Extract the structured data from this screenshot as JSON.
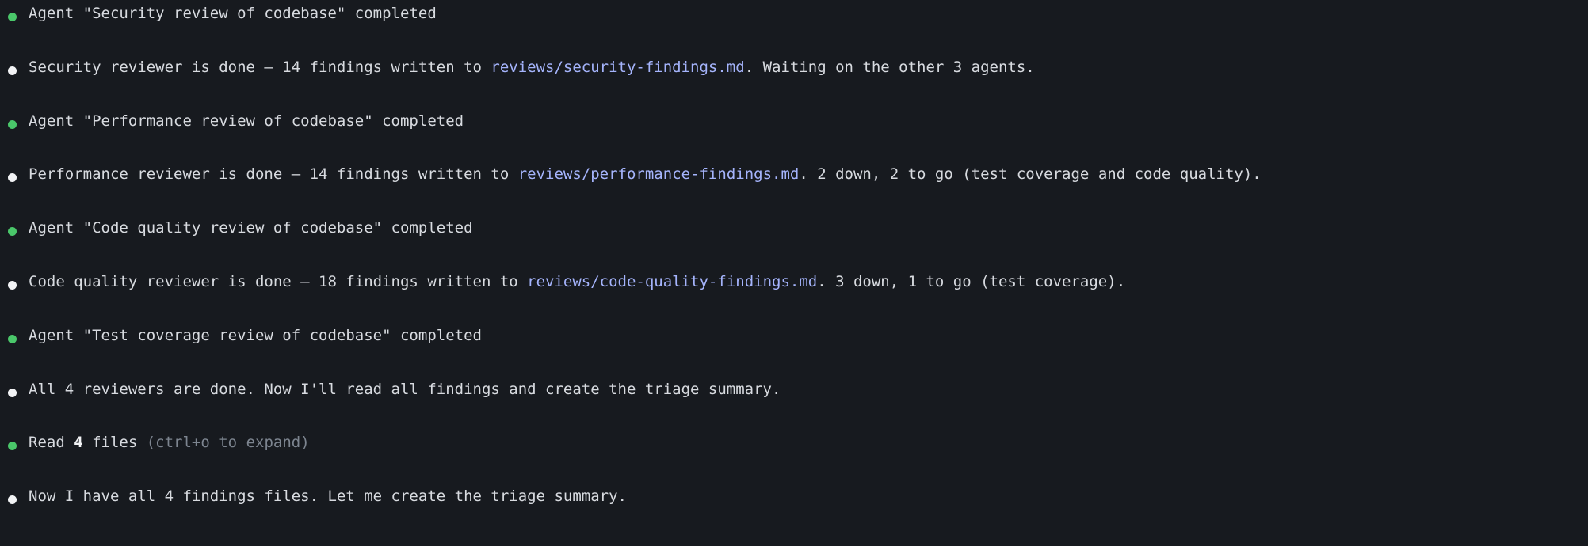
{
  "theme": {
    "background": "#171a1f",
    "text": "#d8dbe0",
    "status_bullet": "#4ac76a",
    "message_bullet": "#f2f3f5",
    "path_link": "#a5b4fc",
    "dim_text": "#7d8590",
    "bold_text": "#f2f3f5"
  },
  "transcript": {
    "rows": [
      {
        "bullet": "status-bullet-green",
        "bullet_kind": "status",
        "plain_text": "Agent \"Security review of codebase\" completed",
        "segments": [
          {
            "kind": "plain",
            "text": "Agent \"Security review of codebase\" completed"
          }
        ]
      },
      {
        "bullet": "message-bullet-white",
        "bullet_kind": "message",
        "plain_text": "Security reviewer is done — 14 findings written to reviews/security-findings.md. Waiting on the other 3 agents.",
        "segments": [
          {
            "kind": "plain",
            "text": "Security reviewer is done — 14 findings written to "
          },
          {
            "kind": "path",
            "text": "reviews/security-findings.md"
          },
          {
            "kind": "plain",
            "text": ". Waiting on the other 3 agents."
          }
        ]
      },
      {
        "bullet": "status-bullet-green",
        "bullet_kind": "status",
        "plain_text": "Agent \"Performance review of codebase\" completed",
        "segments": [
          {
            "kind": "plain",
            "text": "Agent \"Performance review of codebase\" completed"
          }
        ]
      },
      {
        "bullet": "message-bullet-white",
        "bullet_kind": "message",
        "plain_text": "Performance reviewer is done — 14 findings written to reviews/performance-findings.md. 2 down, 2 to go (test coverage and code quality).",
        "segments": [
          {
            "kind": "plain",
            "text": "Performance reviewer is done — 14 findings written to "
          },
          {
            "kind": "path",
            "text": "reviews/performance-findings.md"
          },
          {
            "kind": "plain",
            "text": ". 2 down, 2 to go (test coverage and code quality)."
          }
        ]
      },
      {
        "bullet": "status-bullet-green",
        "bullet_kind": "status",
        "plain_text": "Agent \"Code quality review of codebase\" completed",
        "segments": [
          {
            "kind": "plain",
            "text": "Agent \"Code quality review of codebase\" completed"
          }
        ]
      },
      {
        "bullet": "message-bullet-white",
        "bullet_kind": "message",
        "plain_text": "Code quality reviewer is done — 18 findings written to reviews/code-quality-findings.md. 3 down, 1 to go (test coverage).",
        "segments": [
          {
            "kind": "plain",
            "text": "Code quality reviewer is done — 18 findings written to "
          },
          {
            "kind": "path",
            "text": "reviews/code-quality-findings.md"
          },
          {
            "kind": "plain",
            "text": ". 3 down, 1 to go (test coverage)."
          }
        ]
      },
      {
        "bullet": "status-bullet-green",
        "bullet_kind": "status",
        "plain_text": "Agent \"Test coverage review of codebase\" completed",
        "segments": [
          {
            "kind": "plain",
            "text": "Agent \"Test coverage review of codebase\" completed"
          }
        ]
      },
      {
        "bullet": "message-bullet-white",
        "bullet_kind": "message",
        "plain_text": "All 4 reviewers are done. Now I'll read all findings and create the triage summary.",
        "segments": [
          {
            "kind": "plain",
            "text": "All 4 reviewers are done. Now I'll read all findings and create the triage summary."
          }
        ]
      },
      {
        "bullet": "status-bullet-green",
        "bullet_kind": "status",
        "plain_text": "Read 4 files (ctrl+o to expand)",
        "segments": [
          {
            "kind": "plain",
            "text": "Read "
          },
          {
            "kind": "bold",
            "text": "4"
          },
          {
            "kind": "plain",
            "text": " files "
          },
          {
            "kind": "dim",
            "text": "(ctrl+o to expand)"
          }
        ]
      },
      {
        "bullet": "message-bullet-white",
        "bullet_kind": "message",
        "plain_text": "Now I have all 4 findings files. Let me create the triage summary.",
        "segments": [
          {
            "kind": "plain",
            "text": "Now I have all 4 findings files. Let me create the triage summary."
          }
        ]
      }
    ]
  }
}
